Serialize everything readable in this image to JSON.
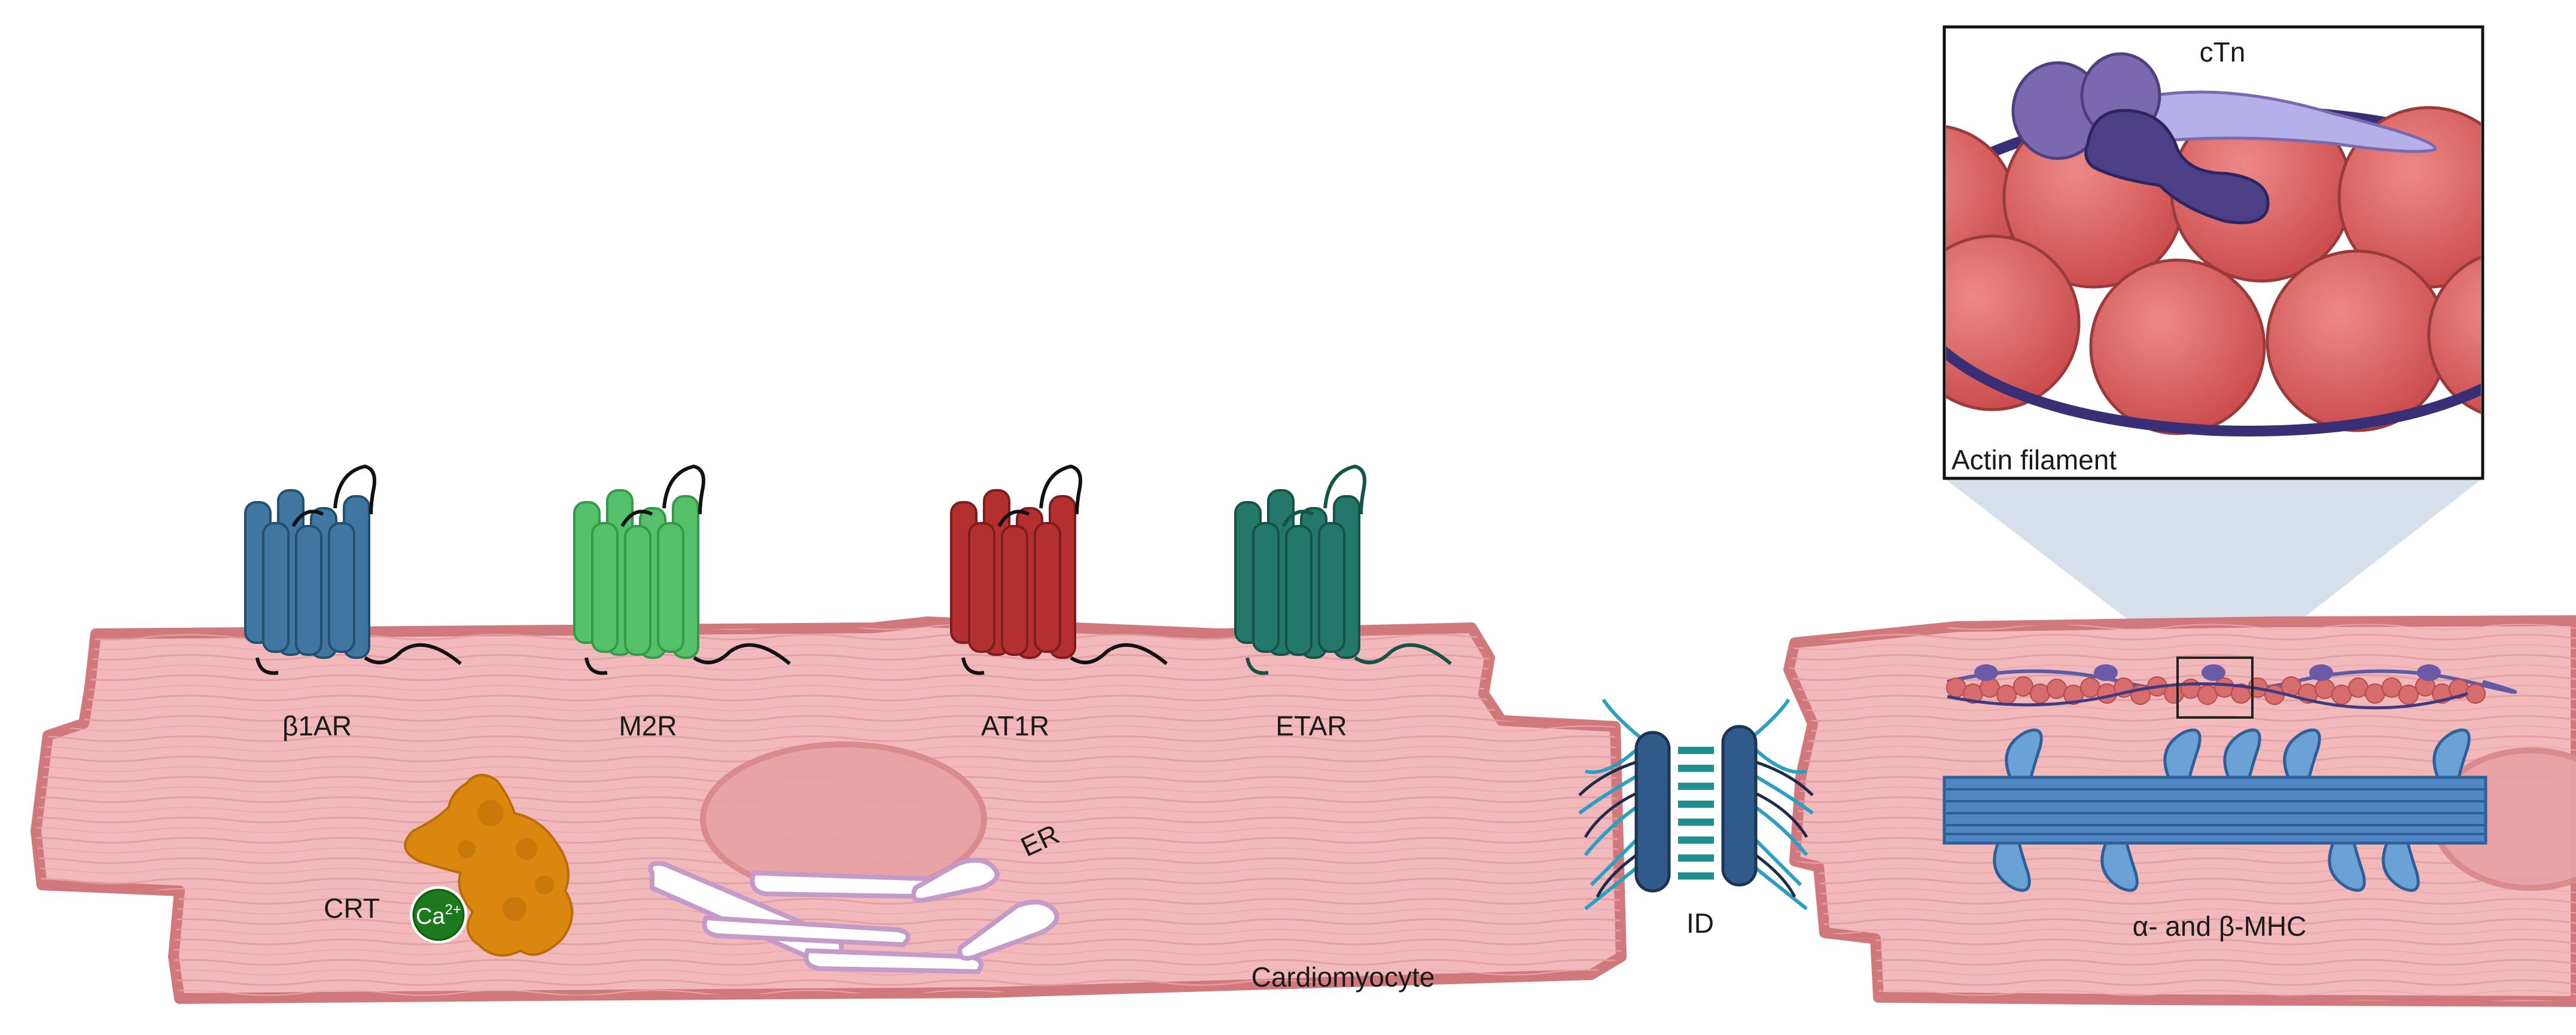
{
  "receptors": {
    "b1ar": {
      "label": "β1AR",
      "color": "#3f76a2"
    },
    "m2r": {
      "label": "M2R",
      "color": "#55c06a"
    },
    "at1r": {
      "label": "AT1R",
      "color": "#b3302f"
    },
    "etar": {
      "label": "ETAR",
      "color": "#23786a"
    }
  },
  "cell": {
    "label": "Cardiomyocyte",
    "color": "#f2b9bc",
    "border": "#d0787c"
  },
  "organelles": {
    "er": {
      "label": "ER"
    },
    "crt": {
      "label": "CRT",
      "color": "#d9870f"
    },
    "calcium": {
      "label": "Ca",
      "charge": "2+",
      "color": "#1c7a1c"
    }
  },
  "junction": {
    "label": "ID"
  },
  "myosin": {
    "label": "α- and β-MHC",
    "color": "#4e87c4"
  },
  "inset": {
    "troponin_label": "cTn",
    "actin_label": "Actin filament",
    "actin_color": "#d95e5e",
    "troponin_color": "#7b69b0"
  }
}
